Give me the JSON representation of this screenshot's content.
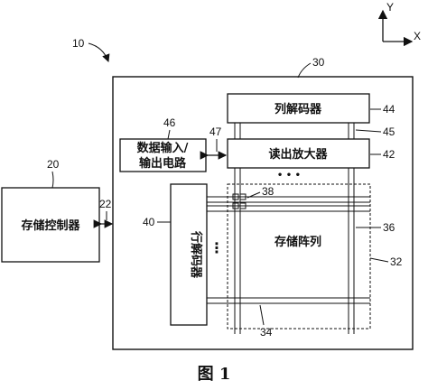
{
  "figure_caption": "图 1",
  "axes": {
    "y_label": "Y",
    "x_label": "X"
  },
  "reference_numerals": {
    "system": "10",
    "memory_device": "30",
    "storage_controller": "20",
    "interface_bus": "22",
    "row_decoder": "40",
    "data_io_circuit": "46",
    "io_link": "47",
    "column_decoder": "44",
    "column_lines": "45",
    "sense_amplifier": "42",
    "memory_cell": "38",
    "memory_array": "36",
    "array_boundary": "32",
    "row_lines": "34"
  },
  "labels": {
    "storage_controller": "存储控制器",
    "row_decoder": "行解码器",
    "data_io_line1": "数据输入/",
    "data_io_line2": "输出电路",
    "column_decoder": "列解码器",
    "sense_amplifier": "读出放大器",
    "memory_array": "存储阵列",
    "ellipsis_h": "• • •",
    "ellipsis_v": "⋮"
  }
}
